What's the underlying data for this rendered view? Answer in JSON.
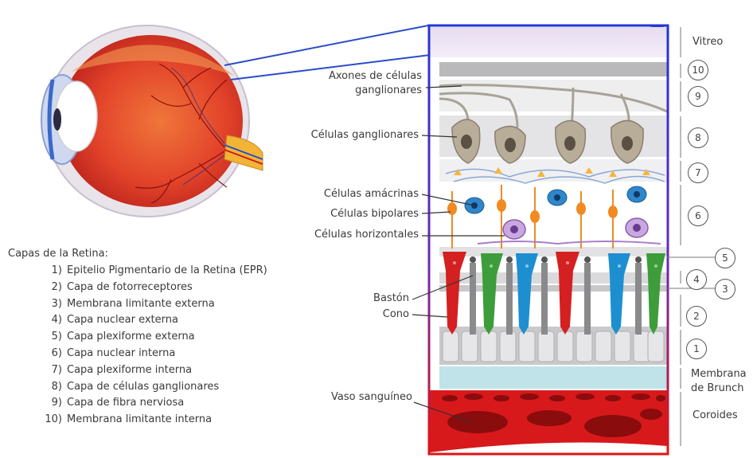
{
  "labels": {
    "axones": "Axones de células\nganglionares",
    "axones_l1": "Axones de células",
    "axones_l2": "ganglionares",
    "ganglionares": "Células ganglionares",
    "amacrinas": "Células amácrinas",
    "bipolares": "Células bipolares",
    "horizontales": "Células horizontales",
    "baston": "Bastón",
    "cono": "Cono",
    "vaso": "Vaso sanguíneo"
  },
  "side_labels": {
    "vitreo": "Vitreo",
    "membrana_l1": "Membrana",
    "membrana_l2": "de Brunch",
    "coroides": "Coroides"
  },
  "layer_numbers": [
    "10",
    "9",
    "8",
    "7",
    "6",
    "5",
    "4",
    "3",
    "2",
    "1"
  ],
  "legend": {
    "title": "Capas de la Retina:",
    "items": [
      {
        "num": "1)",
        "text": "Epitelio Pigmentario de la Retina (EPR)"
      },
      {
        "num": "2)",
        "text": "Capa de fotorreceptores"
      },
      {
        "num": "3)",
        "text": "Membrana limitante externa"
      },
      {
        "num": "4)",
        "text": "Capa nuclear externa"
      },
      {
        "num": "5)",
        "text": "Capa plexiforme externa"
      },
      {
        "num": "6)",
        "text": "Capa nuclear interna"
      },
      {
        "num": "7)",
        "text": "Capa plexiforme interna"
      },
      {
        "num": "8)",
        "text": "Capa de células ganglionares"
      },
      {
        "num": "9)",
        "text": "Capa de fibra nerviosa"
      },
      {
        "num": "10)",
        "text": "Membrana limitante interna"
      }
    ]
  },
  "colors": {
    "frame_top": "#2a3fd0",
    "frame_bottom": "#e01010",
    "blood": "#d8191c",
    "vessel_dark": "#8a0c0c",
    "rod_cone_red": "#d42020",
    "cone_green": "#3c9d3a",
    "cone_blue": "#1d8fd0",
    "ganglion": "#8a8070",
    "bipolar": "#f08a22",
    "amacrine": "#2f86c9",
    "horizontal": "#a97cc7"
  }
}
